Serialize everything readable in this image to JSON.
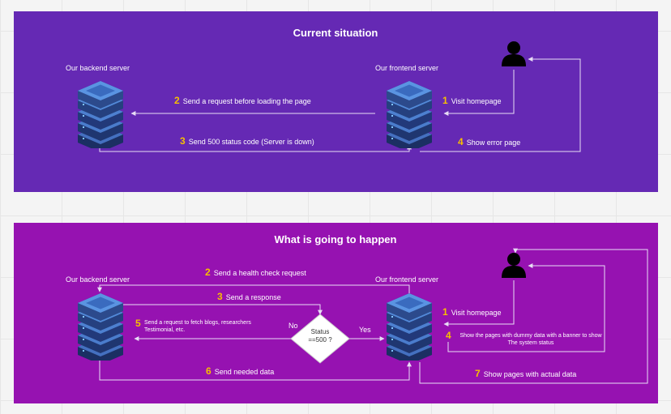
{
  "top": {
    "title": "Current situation",
    "backend_label": "Our backend server",
    "frontend_label": "Our frontend server",
    "steps": [
      {
        "num": "1",
        "text": "Visit homepage"
      },
      {
        "num": "2",
        "text": "Send a request before loading the page"
      },
      {
        "num": "3",
        "text": "Send 500 status code (Server is down)"
      },
      {
        "num": "4",
        "text": "Show error page"
      }
    ]
  },
  "bottom": {
    "title": "What is going to happen",
    "backend_label": "Our backend server",
    "frontend_label": "Our frontend server",
    "steps": [
      {
        "num": "1",
        "text": "Visit homepage"
      },
      {
        "num": "2",
        "text": "Send a health check request"
      },
      {
        "num": "3",
        "text": "Send a response"
      },
      {
        "num": "4",
        "text": "Show the pages with dummy data with a banner to show The system status"
      },
      {
        "num": "5",
        "text": "Send a request to fetch blogs, researchers Testimonial, etc."
      },
      {
        "num": "6",
        "text": "Send needed data"
      },
      {
        "num": "7",
        "text": "Show pages with actual data"
      }
    ],
    "decision": {
      "line1": "Status",
      "line2": "==500 ?",
      "no": "No",
      "yes": "Yes"
    }
  },
  "colors": {
    "panel_top": "#6529b4",
    "panel_bottom": "#9612b1",
    "step_number": "#f6c000",
    "server": "#2c4a86"
  },
  "icons": {
    "server": "server-stack-icon",
    "user": "user-icon"
  }
}
